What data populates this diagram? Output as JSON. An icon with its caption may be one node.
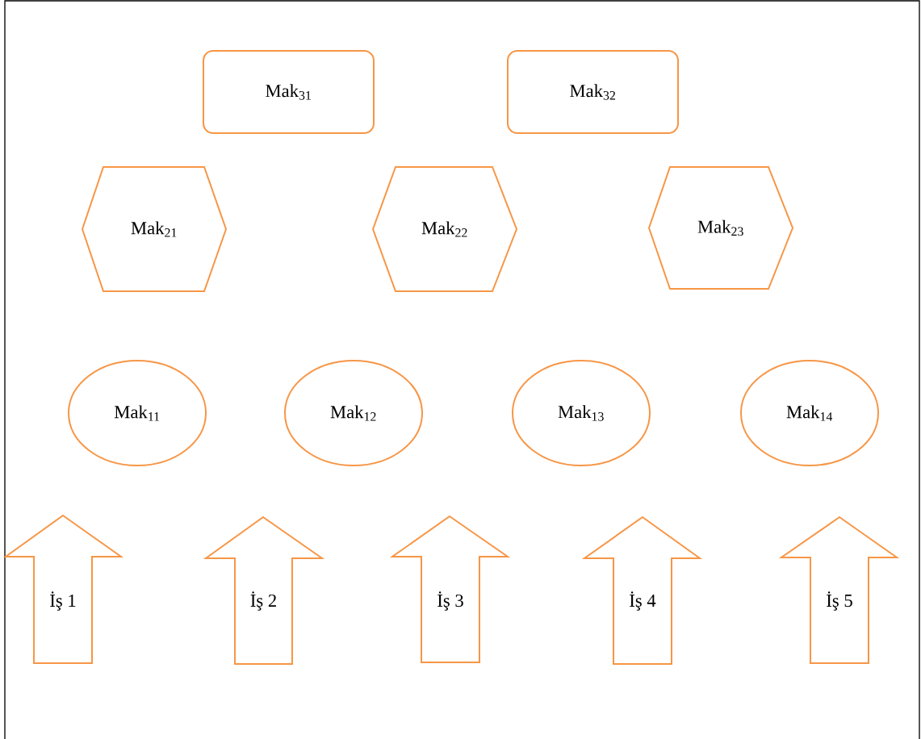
{
  "diagram": {
    "nodes": [
      {
        "text": [
          "Mak$_{31}$"
        ]
      },
      {
        "text": [
          "Mak$_{32}$"
        ]
      },
      {
        "text": [
          "Mak$_{21}$"
        ]
      },
      {
        "text": [
          "Mak$_{22}$"
        ]
      },
      {
        "text": [
          "Mak$_{23}$"
        ]
      },
      {
        "text": [
          "Mak$_{11}$"
        ]
      },
      {
        "text": [
          "Mak$_{12}$"
        ]
      },
      {
        "text": [
          "Mak$_{13}$"
        ]
      },
      {
        "text": [
          "Mak$_{14}$"
        ]
      },
      {
        "text": [
          "İş 1"
        ]
      },
      {
        "text": [
          "İş 2"
        ]
      },
      {
        "text": [
          "İş 3"
        ]
      },
      {
        "text": [
          "İş 4"
        ]
      },
      {
        "text": [
          "İş 5"
        ]
      }
    ]
  }
}
